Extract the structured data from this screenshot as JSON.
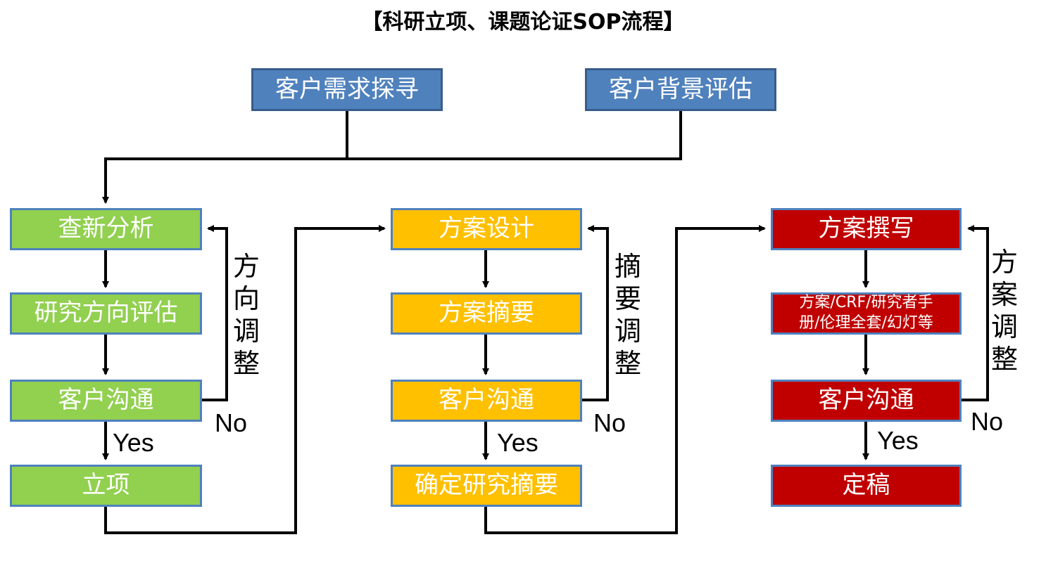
{
  "title": "【科研立项、课题论证SOP流程】",
  "nodes": {
    "client_needs": "客户需求探寻",
    "client_background": "客户背景评估",
    "novelty_search": "查新分析",
    "direction_eval": "研究方向评估",
    "comm_1": "客户沟通",
    "project_approval": "立项",
    "plan_design": "方案设计",
    "plan_abstract": "方案摘要",
    "comm_2": "客户沟通",
    "confirm_abstract": "确定研究摘要",
    "plan_writing": "方案撰写",
    "documents": "方案/CRF/研究者手册/伦理全套/幻灯等",
    "comm_3": "客户沟通",
    "final": "定稿"
  },
  "feedback_labels": {
    "direction_adjust": "方向调整",
    "abstract_adjust": "摘要调整",
    "plan_adjust": "方案调整"
  },
  "edge_labels": {
    "yes_1": "Yes",
    "no_1": "No",
    "yes_2": "Yes",
    "no_2": "No",
    "yes_3": "Yes",
    "no_3": "No"
  },
  "colors": {
    "blue": "#4f81bd",
    "green": "#92d050",
    "orange": "#ffc000",
    "red": "#c00000"
  }
}
